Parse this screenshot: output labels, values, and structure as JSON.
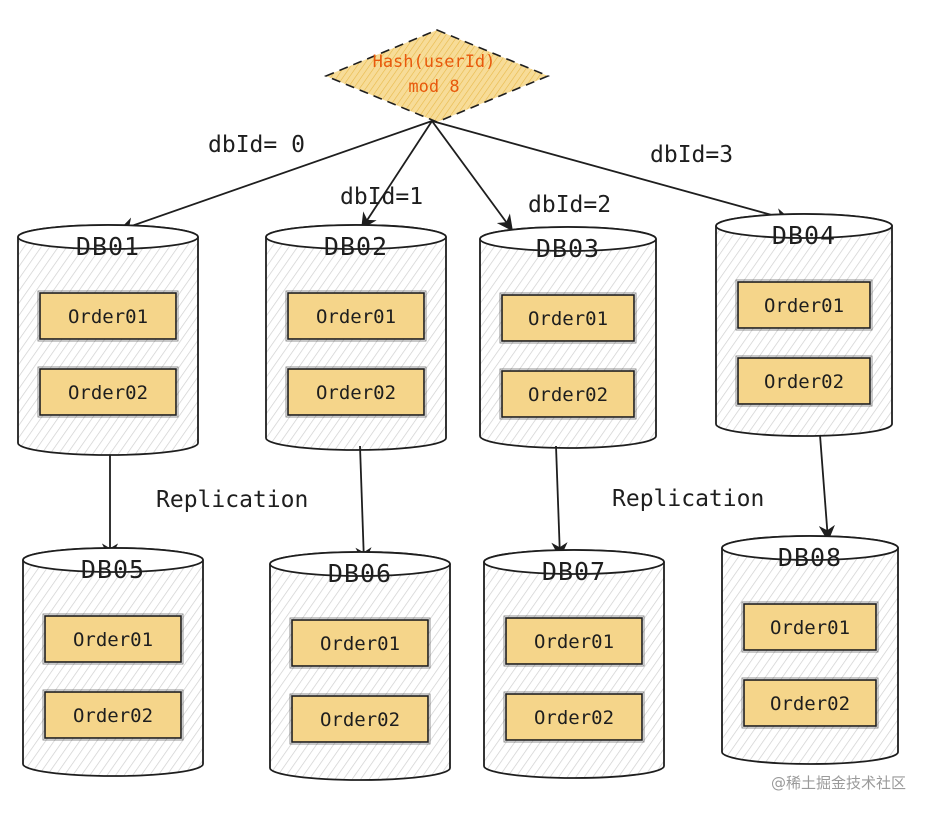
{
  "hash_node": {
    "line1": "Hash(userId)",
    "line2": "mod  8"
  },
  "edges": {
    "to_db01": "dbId= 0",
    "to_db02": "dbId=1",
    "to_db03": "dbId=2",
    "to_db04": "dbId=3"
  },
  "replication_labels": [
    "Replication",
    "Replication"
  ],
  "databases": [
    {
      "name": "DB01",
      "tables": [
        "Order01",
        "Order02"
      ]
    },
    {
      "name": "DB02",
      "tables": [
        "Order01",
        "Order02"
      ]
    },
    {
      "name": "DB03",
      "tables": [
        "Order01",
        "Order02"
      ]
    },
    {
      "name": "DB04",
      "tables": [
        "Order01",
        "Order02"
      ]
    },
    {
      "name": "DB05",
      "tables": [
        "Order01",
        "Order02"
      ]
    },
    {
      "name": "DB06",
      "tables": [
        "Order01",
        "Order02"
      ]
    },
    {
      "name": "DB07",
      "tables": [
        "Order01",
        "Order02"
      ]
    },
    {
      "name": "DB08",
      "tables": [
        "Order01",
        "Order02"
      ]
    }
  ],
  "colors": {
    "stroke": "#1e1e1e",
    "table_fill": "#f5d58a",
    "hash_fill": "#ffe08a",
    "hash_text": "#e8590c",
    "hatch": "#c9c9c9"
  },
  "watermark": "@稀土掘金技术社区"
}
